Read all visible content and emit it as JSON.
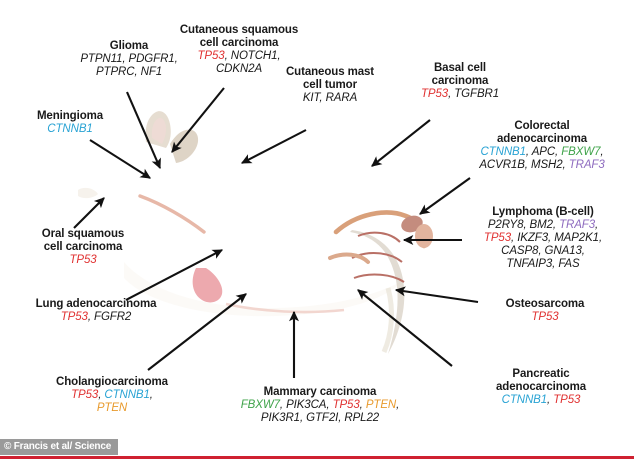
{
  "figure": {
    "subject": "cat-anatomy-cancer-gene-map",
    "credit": "© Francis et al/ Science"
  },
  "colors": {
    "TP53": "#e03131",
    "CTNNB1": "#29a3d4",
    "FBXW7": "#3fa34a",
    "TRAF3": "#8e6bbf",
    "PTEN": "#e89a2c",
    "default": "#1a1a1a",
    "credit_bar": "#9a9a9a",
    "red_bar": "#cf2131"
  },
  "labels": {
    "glioma": {
      "name": "Glioma",
      "genes_l1": "PTPN11, PDGFR1,",
      "genes_l2": "PTPRC, NF1"
    },
    "cutaneous_squamous": {
      "name": "Cutaneous squamous\ncell carcinoma",
      "genes_l1_a": "TP53",
      "genes_l1_b": ", NOTCH1,",
      "genes_l2": "CDKN2A"
    },
    "mast_cell": {
      "name": "Cutaneous mast\ncell tumor",
      "genes_l1": "KIT, RARA"
    },
    "basal_cell": {
      "name": "Basal cell\ncarcinoma",
      "genes_l1_a": "TP53",
      "genes_l1_b": ", TGFBR1"
    },
    "meningioma": {
      "name": "Meningioma",
      "genes_l1": "CTNNB1"
    },
    "colorectal": {
      "name": "Colorectal\nadenocarcinoma",
      "g_ctnnb1": "CTNNB1",
      "g_sep1": ", ",
      "g_apc": "APC",
      "g_sep2": ", ",
      "g_fbxw7": "FBXW7",
      "g_sep3": ",",
      "g_acvr1b": "ACVR1B, MSH2, ",
      "g_traf3": "TRAF3"
    },
    "oral_squamous": {
      "name": "Oral squamous\ncell carcinoma",
      "genes_l1": "TP53"
    },
    "lymphoma": {
      "name": "Lymphoma (B-cell)",
      "l1_a": "P2RY8, BM2, ",
      "l1_b": "TRAF3",
      "l1_c": ",",
      "l2_a": "TP53",
      "l2_b": ", IKZF3, MAP2K1,",
      "l3": "CASP8, GNA13,",
      "l4": "TNFAIP3, FAS"
    },
    "lung": {
      "name": "Lung adenocarcinoma",
      "genes_l1_a": "TP53",
      "genes_l1_b": ", FGFR2"
    },
    "osteosarcoma": {
      "name": "Osteosarcoma",
      "genes_l1": "TP53"
    },
    "cholangiocarcinoma": {
      "name": "Cholangiocarcinoma",
      "l1_a": "TP53",
      "l1_b": ", ",
      "l1_c": "CTNNB1",
      "l1_d": ",",
      "l2": "PTEN"
    },
    "mammary": {
      "name": "Mammary carcinoma",
      "l1_a": "FBXW7",
      "l1_b": ", PIK3CA, ",
      "l1_c": "TP53",
      "l1_d": ", ",
      "l1_e": "PTEN",
      "l1_f": ",",
      "l2": "PIK3R1, GTF2I, RPL22"
    },
    "pancreatic": {
      "name": "Pancreatic\nadenocarcinoma",
      "l1_a": "CTNNB1",
      "l1_b": ", ",
      "l1_c": "TP53"
    }
  }
}
